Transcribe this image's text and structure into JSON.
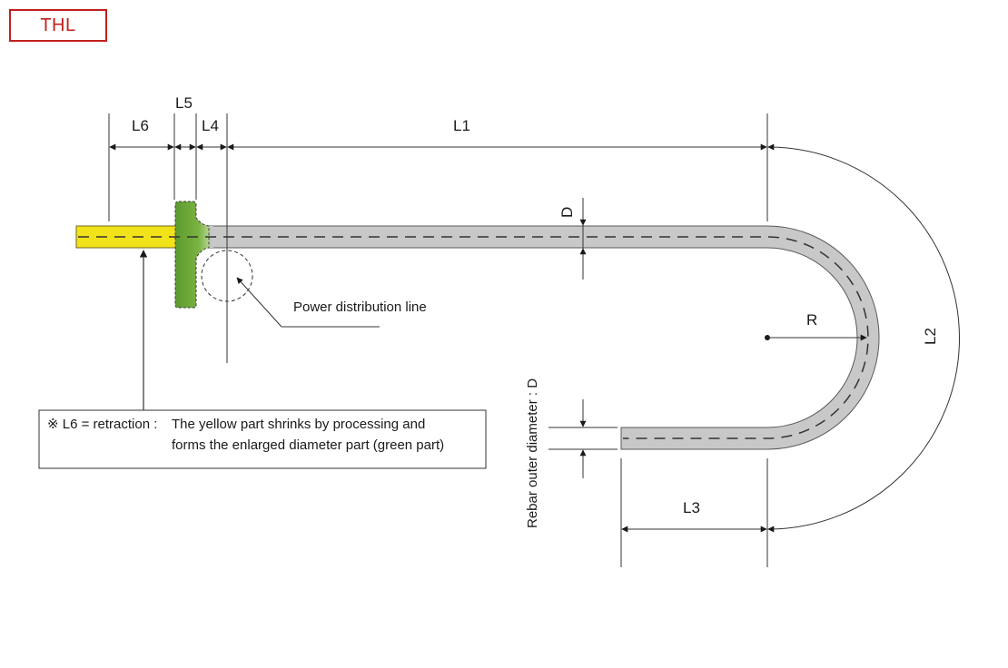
{
  "badge": {
    "label": "THL"
  },
  "dimensions": {
    "l1": "L1",
    "l2": "L2",
    "l3": "L3",
    "l4": "L4",
    "l5": "L5",
    "l6": "L6",
    "r": "R",
    "d": "D"
  },
  "annotations": {
    "power_line": "Power distribution line",
    "rebar_diameter": "Rebar outer diameter : D"
  },
  "note": {
    "prefix": "※ L6 = retraction :",
    "line1": "The yellow part shrinks by processing and",
    "line2": "forms the enlarged diameter part (green part)"
  },
  "colors": {
    "accent": "#c0201e",
    "yellow_part": "#f2e21a",
    "green_part": "#6aa736",
    "rebar": "#c8c8c8"
  }
}
